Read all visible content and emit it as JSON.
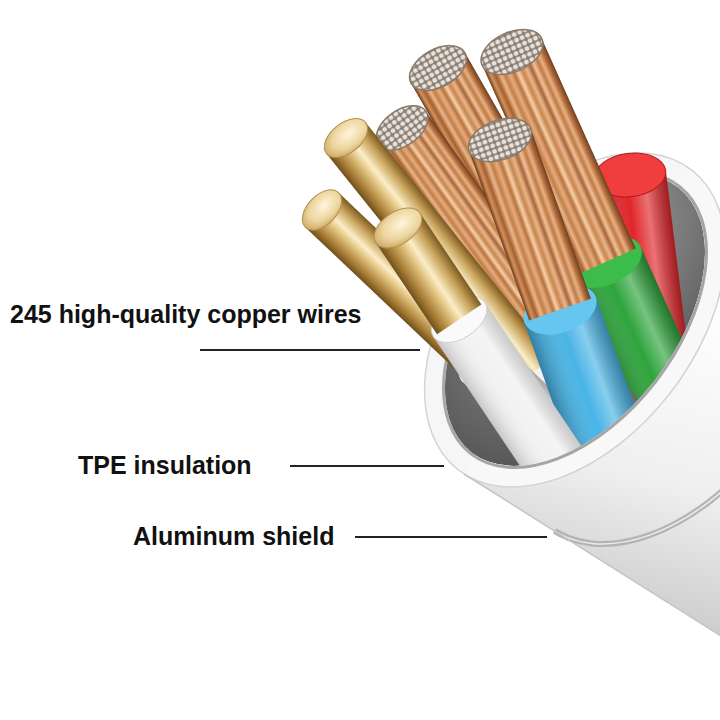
{
  "diagram": {
    "labels": [
      "245 high-quality copper wires",
      "TPE insulation",
      "Aluminum shield"
    ]
  }
}
